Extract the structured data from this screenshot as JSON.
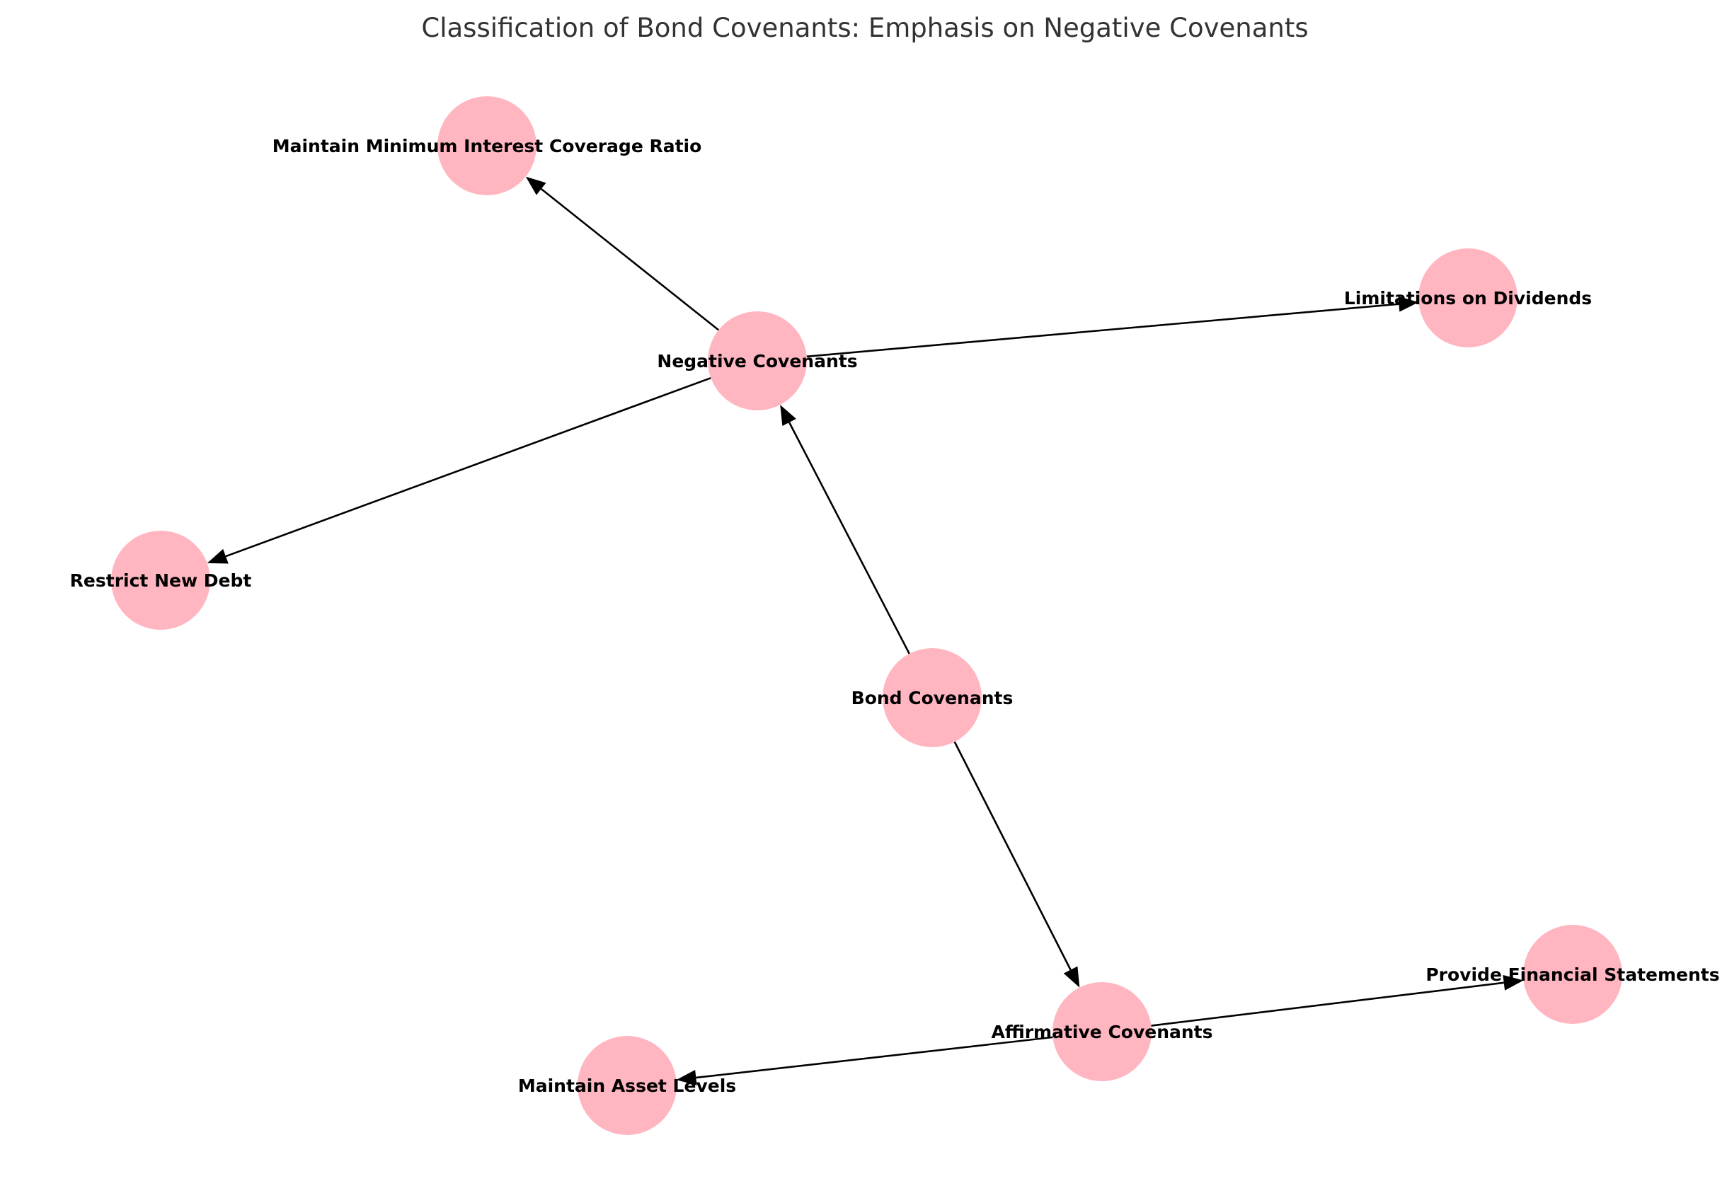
{
  "title": "Classification of Bond Covenants: Emphasis on Negative Covenants",
  "node_color": "#FFB6C1",
  "edge_color": "#000000",
  "nodes": [
    {
      "id": "bond",
      "label": "Bond Covenants"
    },
    {
      "id": "negative",
      "label": "Negative Covenants"
    },
    {
      "id": "affirmative",
      "label": "Affirmative Covenants"
    },
    {
      "id": "interest",
      "label": "Maintain Minimum Interest Coverage Ratio"
    },
    {
      "id": "dividends",
      "label": "Limitations on Dividends"
    },
    {
      "id": "debt",
      "label": "Restrict New Debt"
    },
    {
      "id": "financial",
      "label": "Provide Financial Statements"
    },
    {
      "id": "assets",
      "label": "Maintain Asset Levels"
    }
  ],
  "edges": [
    {
      "from": "bond",
      "to": "negative"
    },
    {
      "from": "bond",
      "to": "affirmative"
    },
    {
      "from": "negative",
      "to": "interest"
    },
    {
      "from": "negative",
      "to": "dividends"
    },
    {
      "from": "negative",
      "to": "debt"
    },
    {
      "from": "affirmative",
      "to": "financial"
    },
    {
      "from": "affirmative",
      "to": "assets"
    }
  ]
}
